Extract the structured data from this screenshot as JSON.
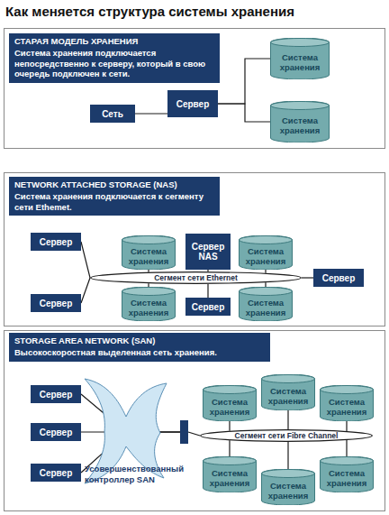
{
  "diagram": {
    "title": "Как меняется структура системы хранения",
    "nodes": [
      {
        "text": [
          "СТАРАЯ МОДЕЛЬ ХРАНЕНИЯ",
          "Система хранения подключается непосредственно к серверу, который в свою очередь подключен к сети."
        ]
      },
      {
        "text": [
          "Сеть"
        ]
      },
      {
        "text": [
          "Сервер"
        ]
      },
      {
        "text": [
          "Система хранения"
        ]
      },
      {
        "text": [
          "Система хранения"
        ]
      },
      {
        "text": [
          "NETWORK ATTACHED STORAGE (NAS)",
          "Система хранения подключается к сегменту сети Ethemet."
        ]
      },
      {
        "text": [
          "Сервер"
        ]
      },
      {
        "text": [
          "Система хранения"
        ]
      },
      {
        "text": [
          "Сервер NAS"
        ]
      },
      {
        "text": [
          "Система хранения"
        ]
      },
      {
        "text": [
          "Сегмент сети Ethernet"
        ]
      },
      {
        "text": [
          "Сервер"
        ]
      },
      {
        "text": [
          "Сервер"
        ]
      },
      {
        "text": [
          "Система хранения"
        ]
      },
      {
        "text": [
          "Сервер"
        ]
      },
      {
        "text": [
          "Система хранения"
        ]
      },
      {
        "text": [
          "STORAGE AREA NETWORK (SAN)",
          "Высокоскоростная выделенная сеть хранения."
        ]
      },
      {
        "text": [
          "Сервер"
        ]
      },
      {
        "text": [
          "Сервер"
        ]
      },
      {
        "text": [
          "Сервер"
        ]
      },
      {
        "text": [
          "Усовершенствованный контроллер SAN"
        ]
      },
      {
        "text": [
          "Сегмент сети Fibre Channel"
        ]
      },
      {
        "text": [
          "Система хранения"
        ]
      },
      {
        "text": [
          "Система хранения"
        ]
      },
      {
        "text": [
          "Система хранения"
        ]
      },
      {
        "text": [
          "Система хранения"
        ]
      },
      {
        "text": [
          "Система хранения"
        ]
      },
      {
        "text": [
          "Система хранения"
        ]
      }
    ],
    "edges": [
      {
        "from": 1,
        "to": 2,
        "arrow": "none"
      },
      {
        "from": 2,
        "to": 3,
        "arrow": "none"
      },
      {
        "from": 2,
        "to": 4,
        "arrow": "none"
      },
      {
        "from": 6,
        "to": 10,
        "arrow": "none"
      },
      {
        "from": 7,
        "to": 10,
        "arrow": "none"
      },
      {
        "from": 8,
        "to": 10,
        "arrow": "none"
      },
      {
        "from": 9,
        "to": 10,
        "arrow": "none"
      },
      {
        "from": 11,
        "to": 10,
        "arrow": "none"
      },
      {
        "from": 12,
        "to": 10,
        "arrow": "none"
      },
      {
        "from": 13,
        "to": 10,
        "arrow": "none"
      },
      {
        "from": 14,
        "to": 10,
        "arrow": "none"
      },
      {
        "from": 15,
        "to": 10,
        "arrow": "none"
      },
      {
        "from": 17,
        "to": 20,
        "arrow": "none"
      },
      {
        "from": 18,
        "to": 20,
        "arrow": "none"
      },
      {
        "from": 19,
        "to": 20,
        "arrow": "none"
      },
      {
        "from": 20,
        "to": 21,
        "arrow": "none"
      },
      {
        "from": 21,
        "to": 22,
        "arrow": "none"
      },
      {
        "from": 21,
        "to": 23,
        "arrow": "none"
      },
      {
        "from": 21,
        "to": 24,
        "arrow": "none"
      },
      {
        "from": 21,
        "to": 25,
        "arrow": "none"
      },
      {
        "from": 21,
        "to": 26,
        "arrow": "none"
      },
      {
        "from": 21,
        "to": 27,
        "arrow": "none"
      }
    ]
  }
}
